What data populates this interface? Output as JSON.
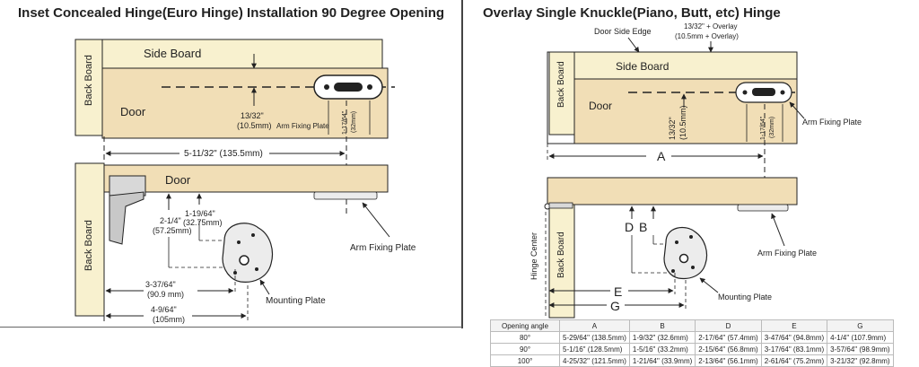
{
  "left_panel": {
    "title": "Inset Concealed Hinge(Euro Hinge) Installation 90 Degree Opening",
    "labels": {
      "side_board": "Side Board",
      "back_board_top": "Back Board",
      "door_top": "Door",
      "dim_13_32": "13/32\"",
      "dim_10_5mm": "(10.5mm)",
      "arm_fixing_plate_small": "Arm Fixing Plate",
      "dim_1_17_64": "1-17/64\"",
      "dim_32mm": "(32mm)",
      "dim_5_11_32": "5-11/32\" (135.5mm)",
      "door_bottom": "Door",
      "back_board_bottom": "Back Board",
      "dim_1_19_64": "1-19/64\"",
      "dim_32_75mm": "(32.75mm)",
      "dim_2_1_4": "2-1/4\"",
      "dim_57_25mm": "(57.25mm)",
      "dim_3_37_64": "3-37/64\"",
      "dim_90_9mm": "(90.9 mm)",
      "dim_4_9_64": "4-9/64\"",
      "dim_105mm": "(105mm)",
      "arm_fixing_plate": "Arm Fixing Plate",
      "mounting_plate": "Mounting Plate"
    }
  },
  "right_panel": {
    "title": "Overlay Single Knuckle(Piano, Butt, etc) Hinge",
    "labels": {
      "door_side_edge": "Door Side Edge",
      "dim_overlay_1": "13/32\" + Overlay",
      "dim_overlay_2": "(10.5mm + Overlay)",
      "side_board": "Side Board",
      "back_board_top": "Back Board",
      "door": "Door",
      "dim_13_32": "13/32\"",
      "dim_10_5mm": "(10.5mm)",
      "dim_1_17_64": "1-17/64\"",
      "dim_32mm": "(32mm)",
      "arm_fixing_plate_top": "Arm Fixing Plate",
      "dim_a": "A",
      "dim_d": "D",
      "dim_b": "B",
      "hinge_center": "Hinge Center",
      "back_board_bottom": "Back Board",
      "arm_fixing_plate_bottom": "Arm Fixing Plate",
      "dim_e": "E",
      "dim_g": "G",
      "mounting_plate": "Mounting Plate"
    },
    "table": {
      "headers": [
        "Opening angle",
        "A",
        "B",
        "D",
        "E",
        "G"
      ],
      "rows": [
        [
          "80°",
          "5-29/64\" (138.5mm)",
          "1-9/32\" (32.6mm)",
          "2-17/64\" (57.4mm)",
          "3-47/64\" (94.8mm)",
          "4-1/4\" (107.9mm)"
        ],
        [
          "90°",
          "5-1/16\" (128.5mm)",
          "1-5/16\" (33.2mm)",
          "2-15/64\" (56.8mm)",
          "3-17/64\" (83.1mm)",
          "3-57/64\" (98.9mm)"
        ],
        [
          "100°",
          "4-25/32\" (121.5mm)",
          "1-21/64\" (33.9mm)",
          "2-13/64\" (56.1mm)",
          "2-61/64\" (75.2mm)",
          "3-21/32\" (92.8mm)"
        ]
      ]
    }
  },
  "colors": {
    "wood": "#f1deb6",
    "wood_side": "#f8f1cf",
    "line": "#222222",
    "plate": "#ececec"
  }
}
